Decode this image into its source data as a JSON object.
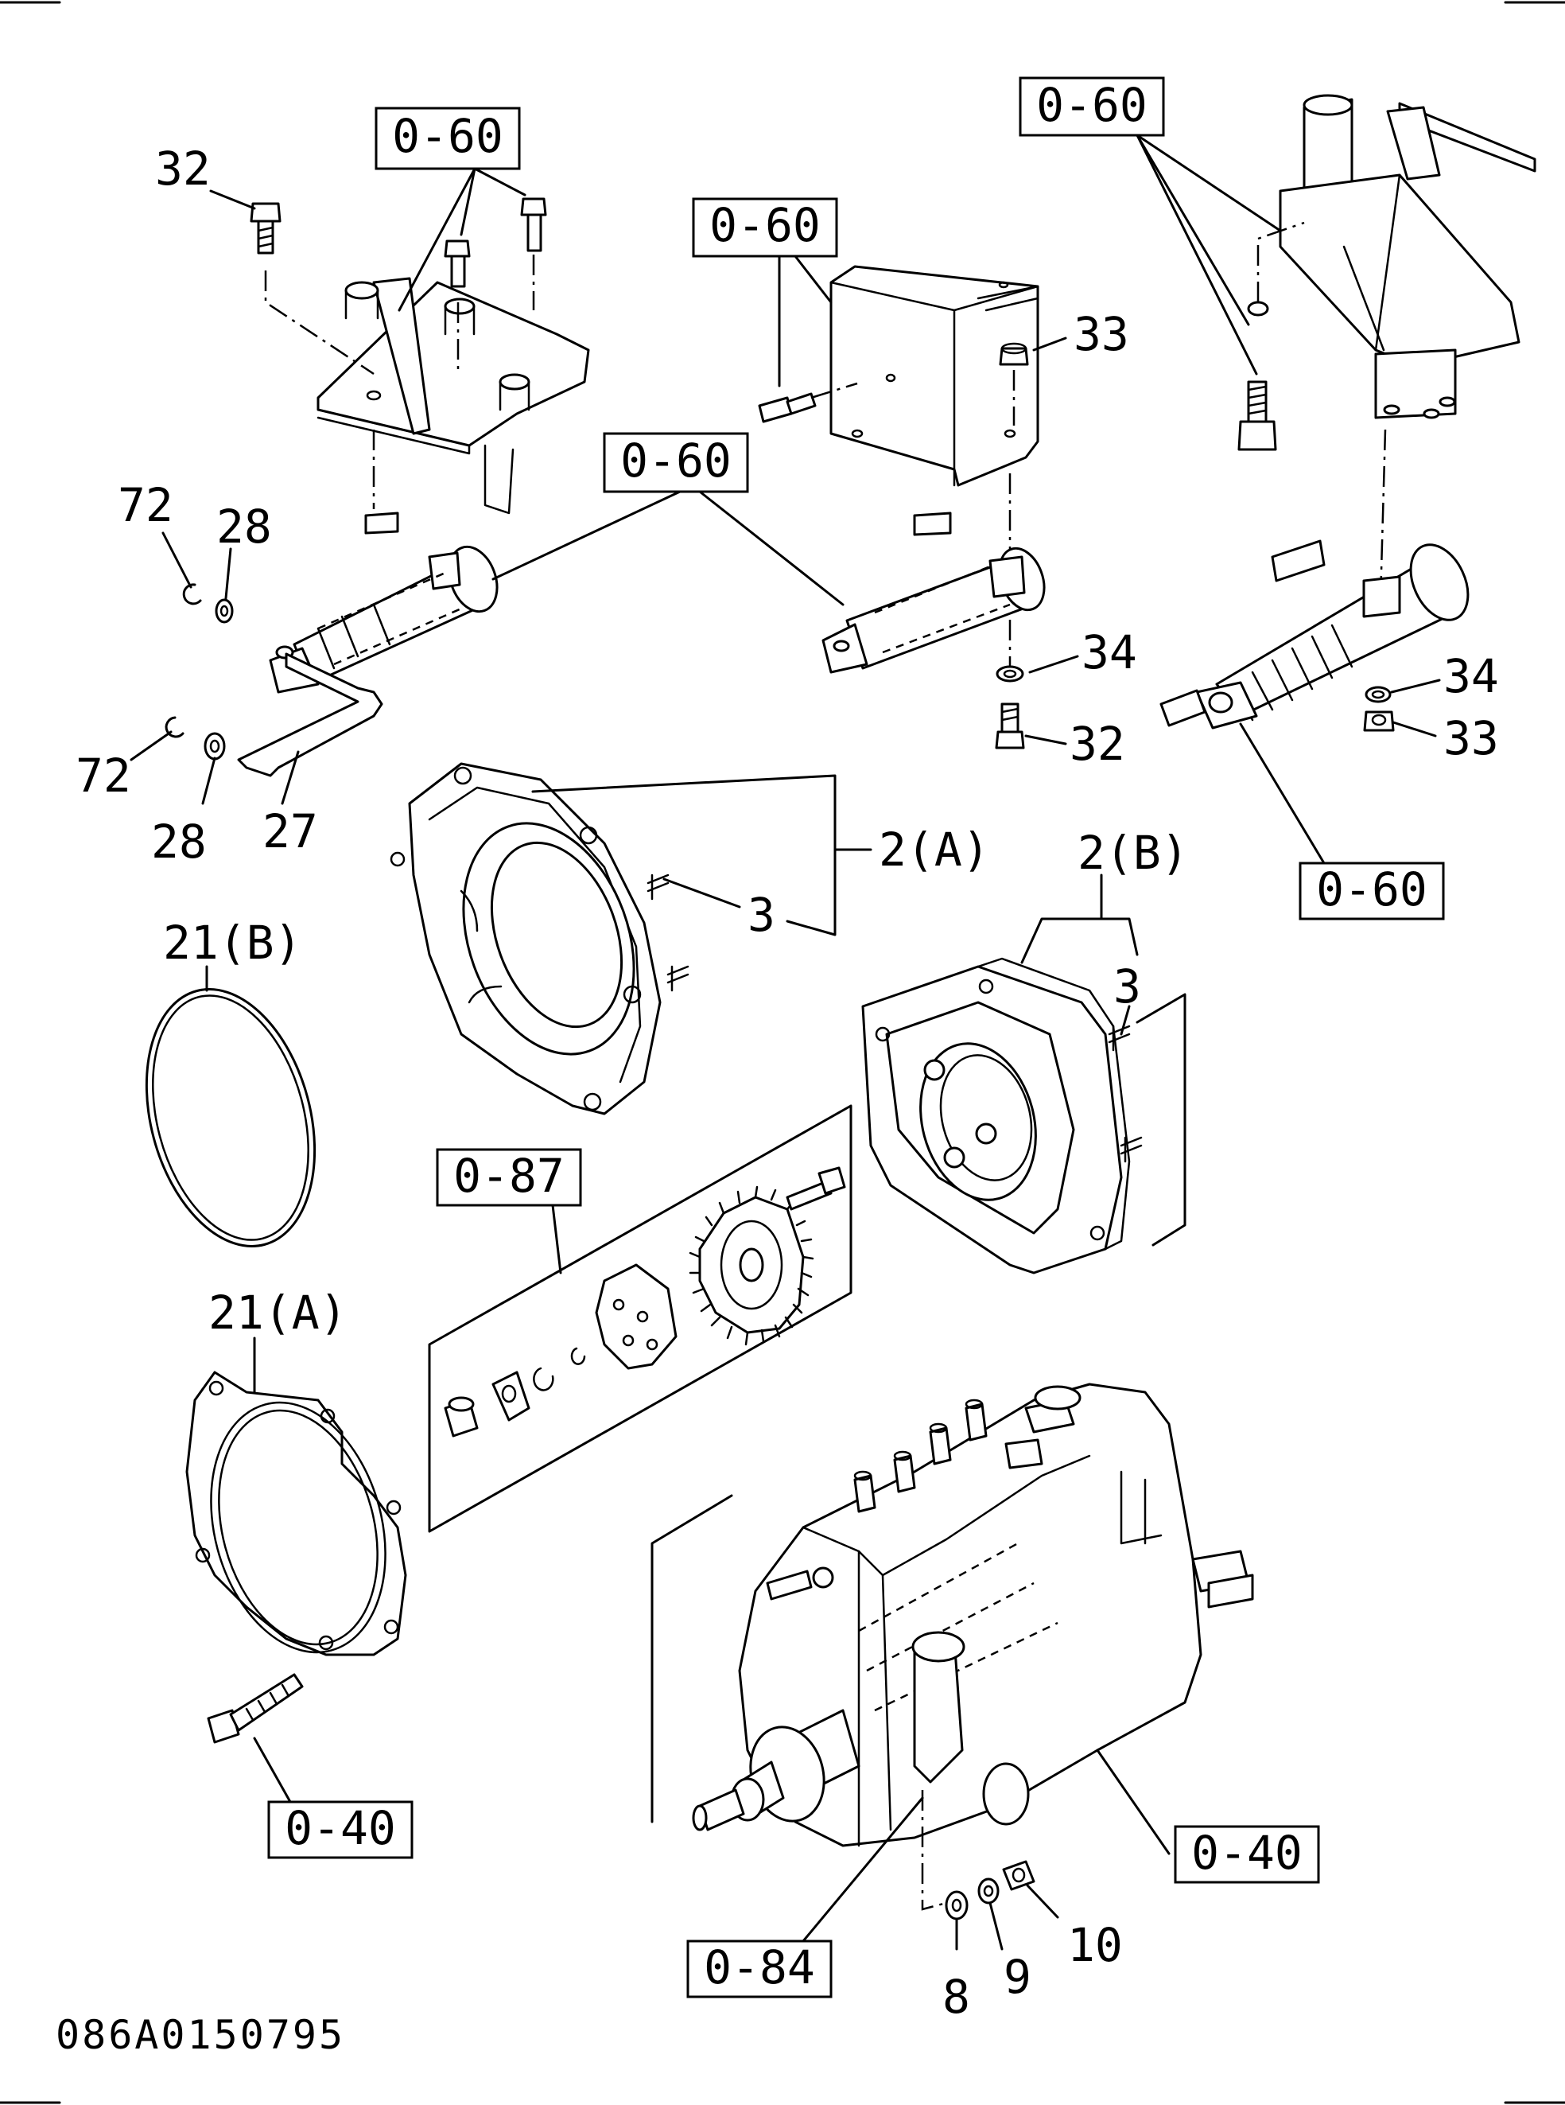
{
  "figure_id": "086A0150795",
  "ref_labels": {
    "r1": "0-60",
    "r2": "0-60",
    "r3": "0-60",
    "r4": "0-60",
    "r5": "0-60",
    "r6": "0-87",
    "r7": "0-40",
    "r8": "0-40",
    "r9": "0-84"
  },
  "part_numbers": {
    "p32a": "32",
    "p72a": "72",
    "p28a": "28",
    "p72b": "72",
    "p28b": "28",
    "p27": "27",
    "p33a": "33",
    "p34a": "34",
    "p32b": "32",
    "p34b": "34",
    "p33b": "33",
    "p2a": "2(A)",
    "p3a": "3",
    "p2b": "2(B)",
    "p3b": "3",
    "p21b": "21(B)",
    "p21a": "21(A)",
    "p8": "8",
    "p9": "9",
    "p10": "10"
  }
}
